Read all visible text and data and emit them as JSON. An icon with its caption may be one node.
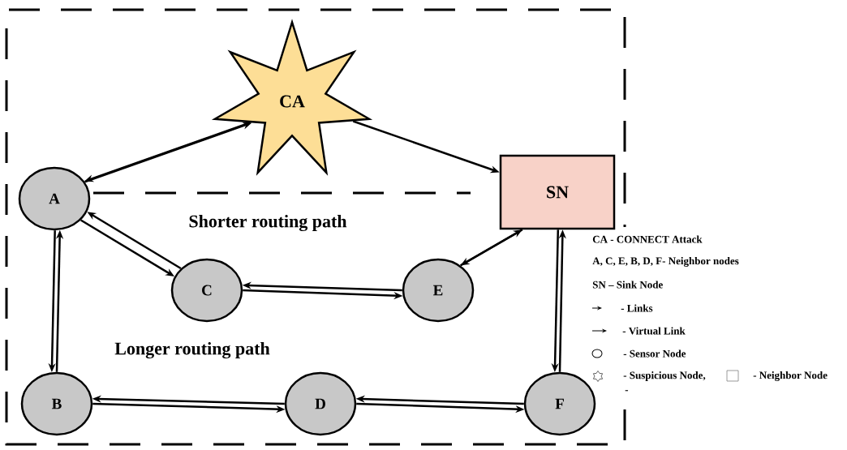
{
  "diagram": {
    "nodes": [
      {
        "text": [
          "CA"
        ]
      },
      {
        "text": [
          "SN"
        ]
      },
      {
        "text": [
          "A"
        ]
      },
      {
        "text": [
          "C"
        ]
      },
      {
        "text": [
          "E"
        ]
      },
      {
        "text": [
          "B"
        ]
      },
      {
        "text": [
          "D"
        ]
      },
      {
        "text": [
          "F"
        ]
      }
    ],
    "edges": [
      {
        "from": 2,
        "to": 0,
        "arrow": "to"
      },
      {
        "from": 0,
        "to": 2,
        "arrow": "to"
      },
      {
        "from": 0,
        "to": 1,
        "arrow": "to"
      },
      {
        "from": 2,
        "to": 3,
        "arrow": "to"
      },
      {
        "from": 3,
        "to": 2,
        "arrow": "to"
      },
      {
        "from": 3,
        "to": 4,
        "arrow": "to"
      },
      {
        "from": 4,
        "to": 3,
        "arrow": "to"
      },
      {
        "from": 4,
        "to": 1,
        "arrow": "to"
      },
      {
        "from": 1,
        "to": 4,
        "arrow": "to"
      },
      {
        "from": 2,
        "to": 5,
        "arrow": "to"
      },
      {
        "from": 5,
        "to": 2,
        "arrow": "to"
      },
      {
        "from": 5,
        "to": 6,
        "arrow": "to"
      },
      {
        "from": 6,
        "to": 5,
        "arrow": "to"
      },
      {
        "from": 6,
        "to": 7,
        "arrow": "to"
      },
      {
        "from": 7,
        "to": 6,
        "arrow": "to"
      },
      {
        "from": 7,
        "to": 1,
        "arrow": "to"
      },
      {
        "from": 1,
        "to": 7,
        "arrow": "to"
      }
    ],
    "labels": [
      "Shorter routing path",
      "Longer routing path",
      "CA - CONNECT Attack",
      "A, C, E, B, D, F- Neighbor nodes",
      "SN – Sink Node",
      "-"
    ],
    "legend": [
      {
        "text": "- Links"
      },
      {
        "text": "- Virtual Link"
      },
      {
        "text": "- Sensor Node"
      },
      {
        "text": "- Suspicious Node,"
      },
      {
        "text": "- Neighbor Node"
      }
    ]
  }
}
